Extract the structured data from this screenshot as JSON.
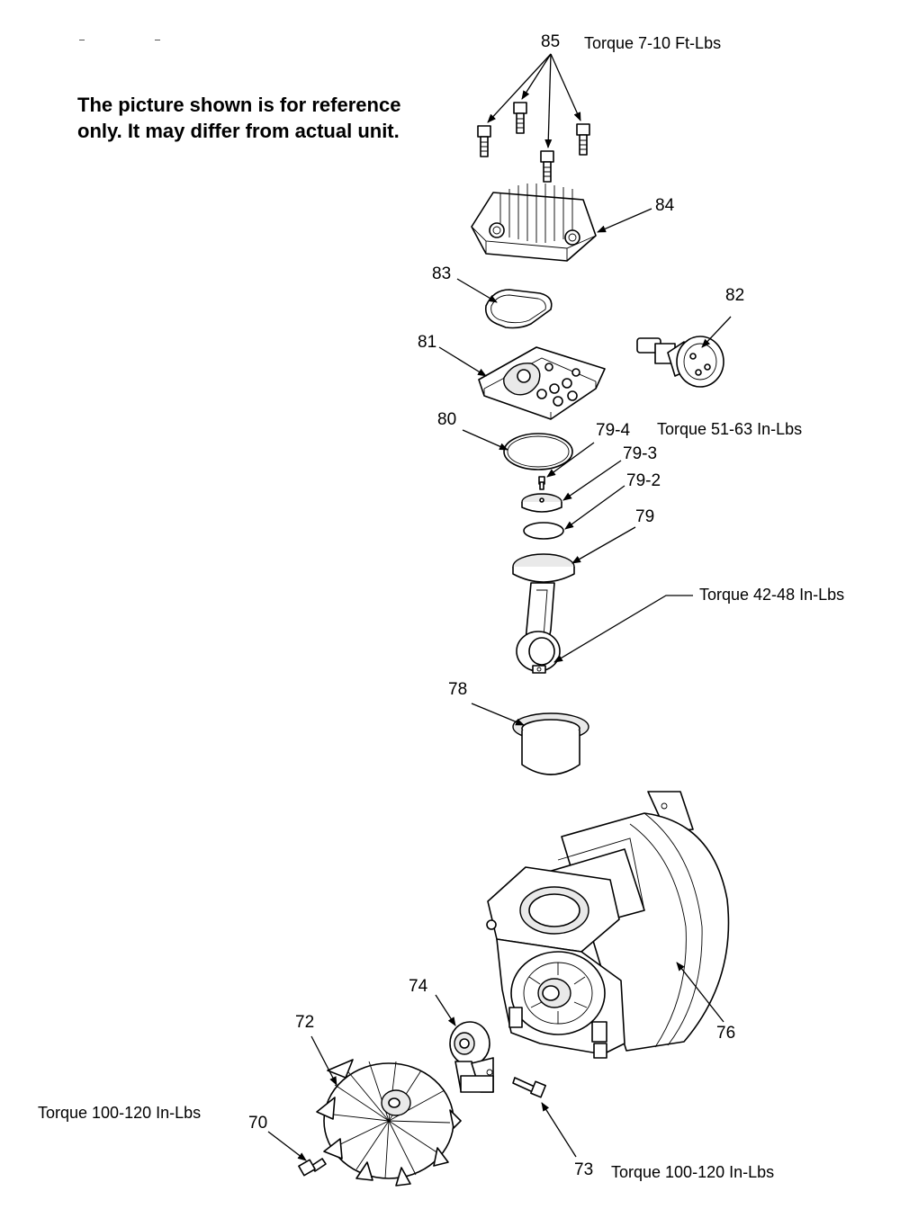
{
  "note": {
    "line1": "The picture shown is for reference",
    "line2": "only. It may differ from actual unit."
  },
  "parts": {
    "p85": "85",
    "p84": "84",
    "p83": "83",
    "p82": "82",
    "p81": "81",
    "p80": "80",
    "p79_4": "79-4",
    "p79_3": "79-3",
    "p79_2": "79-2",
    "p79": "79",
    "p78": "78",
    "p76": "76",
    "p74": "74",
    "p72": "72",
    "p70": "70",
    "p73": "73"
  },
  "torque": {
    "t85": "Torque 7-10 Ft-Lbs",
    "t82": "Torque 51-63 In-Lbs",
    "t79": "Torque 42-48 In-Lbs",
    "t70": "Torque 100-120 In-Lbs",
    "t73": "Torque 100-120 In-Lbs"
  }
}
